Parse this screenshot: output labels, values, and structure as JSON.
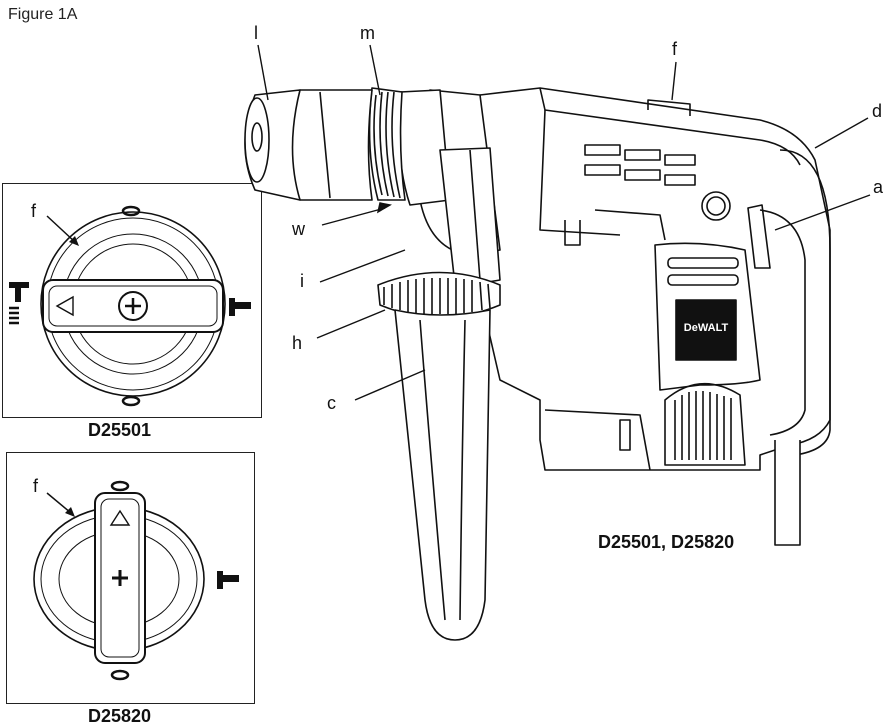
{
  "figure_title": "Figure 1A",
  "insets": [
    {
      "caption": "D25501",
      "pointer_label": "f"
    },
    {
      "caption": "D25820",
      "pointer_label": "f"
    }
  ],
  "main_caption": "D25501, D25820",
  "brand_badge": "DeWALT",
  "callouts": {
    "l": "l",
    "m": "m",
    "f": "f",
    "d": "d",
    "a": "a",
    "w": "w",
    "i": "i",
    "h": "h",
    "c": "c"
  }
}
